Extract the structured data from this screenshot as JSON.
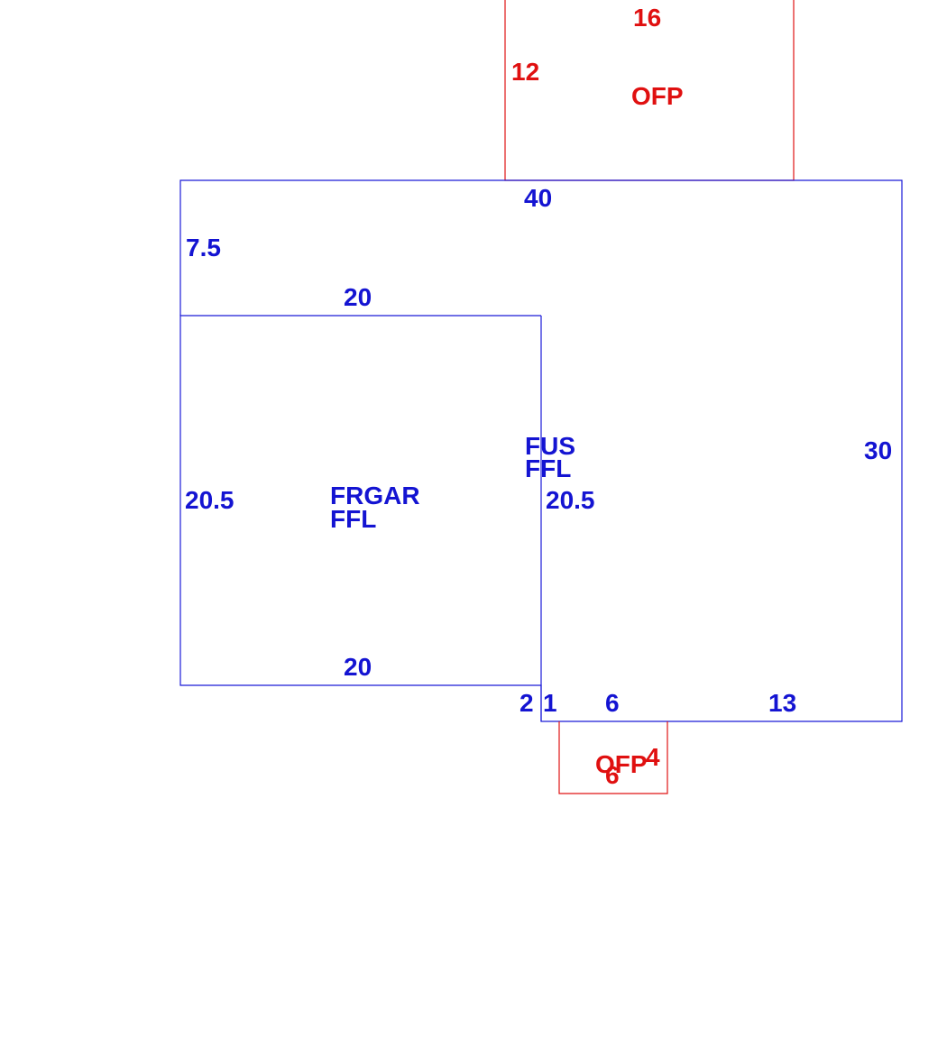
{
  "colors": {
    "living_area": "#1414d2",
    "porch": "#e01010",
    "background": "#ffffff"
  },
  "areas": {
    "top_porch": {
      "code": "OFP",
      "dimensions": [
        "16",
        "12"
      ]
    },
    "main_dwelling": {
      "codes": [
        "FUS",
        "FFL"
      ],
      "dimensions": [
        "40",
        "7.5",
        "30",
        "20.5",
        "13",
        "6",
        "1"
      ]
    },
    "garage": {
      "codes": [
        "FRGAR",
        "FFL"
      ],
      "dimensions": [
        "20",
        "20.5",
        "20",
        "2"
      ]
    },
    "front_porch": {
      "code": "OFP",
      "dimensions": [
        "4",
        "6"
      ]
    }
  }
}
